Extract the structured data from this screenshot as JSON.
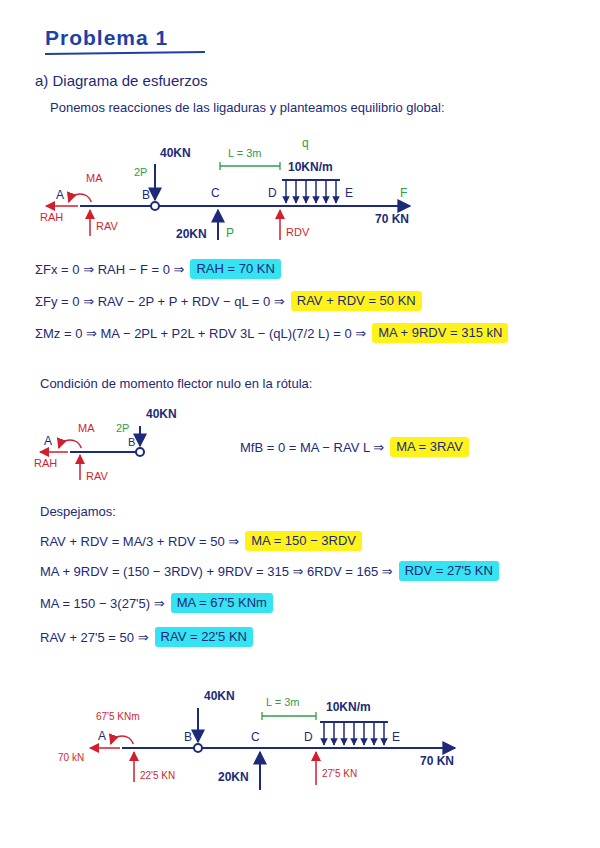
{
  "diagram": {
    "title": "Problema 1",
    "nodes": [
      {
        "text": [
          "RAH = 70 KN"
        ]
      },
      {
        "text": [
          "RAV + RDV = 50 KN"
        ]
      },
      {
        "text": [
          "MA + 9RDV = 315 kN"
        ]
      },
      {
        "text": [
          "MA = 3RAV"
        ]
      },
      {
        "text": [
          "MA = 150 − 3RDV"
        ]
      },
      {
        "text": [
          "RDV = 27'5 KN"
        ]
      },
      {
        "text": [
          "MA = 67'5 KNm"
        ]
      },
      {
        "text": [
          "RAV = 22'5 KN"
        ]
      }
    ],
    "labels": [
      "a) Diagrama de esfuerzos",
      "Ponemos reacciones de las ligaduras y planteamos equilibrio global:",
      "40KN",
      "2P",
      "L = 3m",
      "q",
      "10KN/m",
      "MA",
      "B",
      "C",
      "D",
      "E",
      "F",
      "A",
      "70 KN",
      "RAH",
      "RAV",
      "20KN",
      "P",
      "RDV",
      "ΣFx = 0 ⇒ RAH − F = 0 ⇒",
      "ΣFy = 0 ⇒ RAV − 2P + P + RDV − qL = 0 ⇒",
      "ΣMz = 0 ⇒ MA − 2PL + P2L + RDV 3L − (qL)(7/2 L) = 0 ⇒",
      "Condición de momento flector nulo en la rótula:",
      "40KN",
      "2P",
      "MA",
      "B",
      "A",
      "RAH",
      "RAV",
      "MfB = 0 = MA − RAV L ⇒",
      "Despejamos:",
      "RAV + RDV = MA/3 + RDV = 50 ⇒",
      "MA + 9RDV = (150 − 3RDV) + 9RDV = 315 ⇒ 6RDV = 165 ⇒",
      "MA = 150 − 3(27'5) ⇒",
      "RAV + 27'5 = 50 ⇒",
      "40KN",
      "L = 3m",
      "10KN/m",
      "67'5 KNm",
      "B",
      "C",
      "D",
      "E",
      "A",
      "70 kN",
      "70 KN",
      "22'5 KN",
      "20KN",
      "27'5 KN"
    ]
  }
}
